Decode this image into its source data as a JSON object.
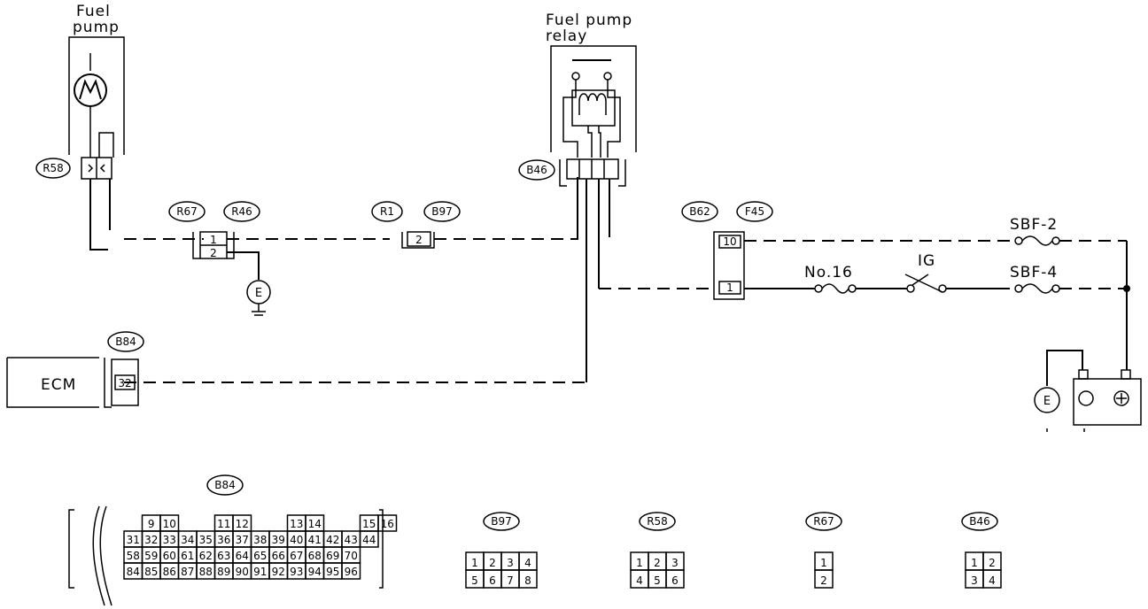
{
  "components": {
    "fuel_pump": {
      "line1": "Fuel",
      "line2": "pump"
    },
    "fuel_pump_relay": {
      "line1": "Fuel pump",
      "line2": "relay"
    },
    "ecm": "ECM",
    "fuse_no16": "No.16",
    "ig_switch": "IG",
    "sbf2": "SBF-2",
    "sbf4": "SBF-4",
    "ground": "E"
  },
  "connectors": {
    "r58": "R58",
    "r67": "R67",
    "r46": "R46",
    "r1": "R1",
    "b97": "B97",
    "b46": "B46",
    "b62": "B62",
    "f45": "F45",
    "b84": "B84"
  },
  "pins": {
    "r67_1": "1",
    "r67_2": "2",
    "b97_2": "2",
    "b62_10": "10",
    "b62_1": "1",
    "b84_32": "32"
  },
  "connector_views": {
    "b84": {
      "label": "B84",
      "rows": [
        [
          "9",
          "10",
          "11",
          "12",
          "13",
          "14",
          "15",
          "16"
        ],
        [
          "31",
          "32",
          "33",
          "34",
          "35",
          "36",
          "37",
          "38",
          "39",
          "40",
          "41",
          "42",
          "43",
          "44"
        ],
        [
          "58",
          "59",
          "60",
          "61",
          "62",
          "63",
          "64",
          "65",
          "66",
          "67",
          "68",
          "69",
          "70"
        ],
        [
          "84",
          "85",
          "86",
          "87",
          "88",
          "89",
          "90",
          "91",
          "92",
          "93",
          "94",
          "95",
          "96"
        ]
      ]
    },
    "b97": {
      "label": "B97",
      "rows": [
        [
          "1",
          "2",
          "3",
          "4"
        ],
        [
          "5",
          "6",
          "7",
          "8"
        ]
      ]
    },
    "r58": {
      "label": "R58",
      "rows": [
        [
          "1",
          "2",
          "3"
        ],
        [
          "4",
          "5",
          "6"
        ]
      ]
    },
    "r67": {
      "label": "R67",
      "rows": [
        [
          "1"
        ],
        [
          "2"
        ]
      ]
    },
    "b46": {
      "label": "B46",
      "rows": [
        [
          "1",
          "2"
        ],
        [
          "3",
          "4"
        ]
      ]
    }
  }
}
